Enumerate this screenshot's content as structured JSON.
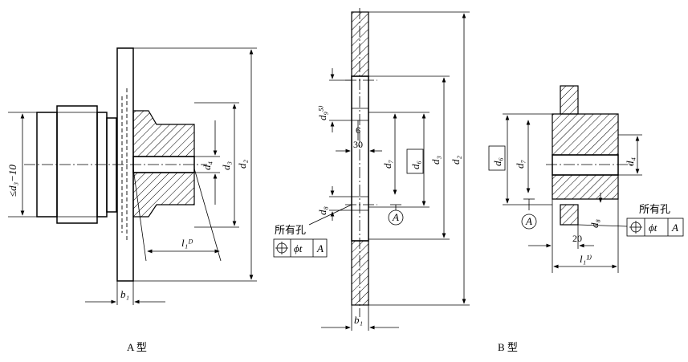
{
  "captions": {
    "type_a": "A 型",
    "type_b": "B 型"
  },
  "labels": {
    "d2": "d₂",
    "d3": "d₃",
    "d4": "d₄",
    "d6": "d₆",
    "d7": "d₇",
    "d8": "d₈",
    "d9": "d₉⁵⁾",
    "b1": "b₁",
    "l1_a": "l₁ᴰ",
    "l1_b": "l₁¹⁾",
    "d3_minus": "≤d₃−10",
    "dim_6": "6",
    "dim_30": "30",
    "dim_20": "20",
    "datum": "A",
    "all_holes": "所有孔",
    "tol_value": "ϕt",
    "tol_datum": "A"
  }
}
